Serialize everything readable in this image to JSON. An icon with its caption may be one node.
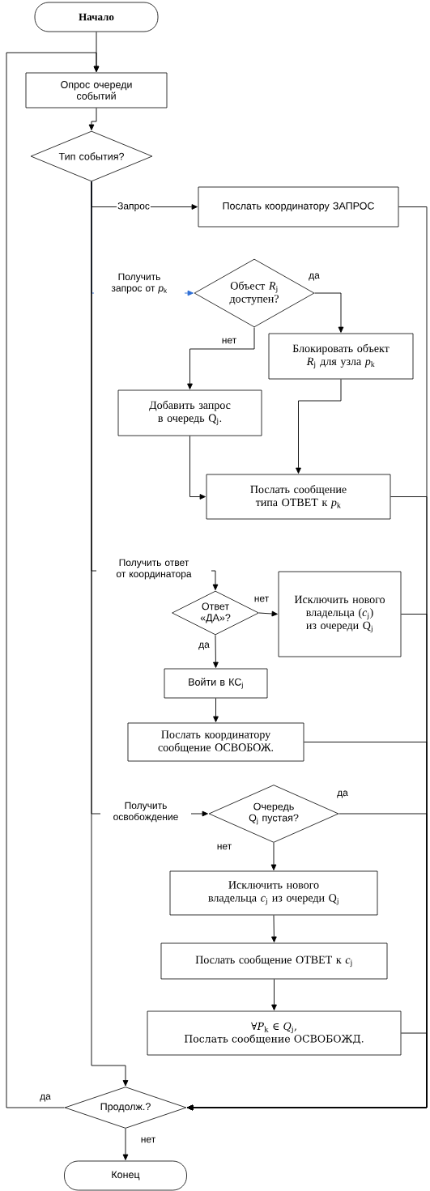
{
  "diagram": {
    "nodes": [
      {
        "text": [
          "Начало"
        ]
      },
      {
        "text": [
          "Опрос очереди событий"
        ]
      },
      {
        "text": [
          "Тип события?"
        ]
      },
      {
        "text": [
          "Послать координатору ЗАПРОС"
        ]
      },
      {
        "text": [
          "Объест *R*$_{j}$ доступен?"
        ]
      },
      {
        "text": [
          "Блокировать объект *R*$_{j}$ для узла *p*$_{k}$"
        ]
      },
      {
        "text": [
          "Добавить запрос в очередь Q$_{j}$."
        ]
      },
      {
        "text": [
          "Послать сообщение типа ОТВЕТ к *p*$_{k}$"
        ]
      },
      {
        "text": [
          "Исключить нового владельца (*c*$_{j}$) из очереди Q$_{j}$"
        ]
      },
      {
        "text": [
          "Ответ «ДА»?"
        ]
      },
      {
        "text": [
          "Войти в КС$_{j}$"
        ]
      },
      {
        "text": [
          "Послать координатору сообщение ОСВОБОЖ."
        ]
      },
      {
        "text": [
          "Очередь Q$_{j}$ пустая?"
        ]
      },
      {
        "text": [
          "Исключить нового владельца *c*$_{j}$ из очереди Q$_{j}$"
        ]
      },
      {
        "text": [
          "Послать сообщение ОТВЕТ к *c*$_{j}$"
        ]
      },
      {
        "text": [
          "∀*P*$_{k}$ ∈ *Q*$_{j}$,",
          "Послать сообщение ОСВОБОЖД."
        ]
      },
      {
        "text": [
          "Продолж.?"
        ]
      },
      {
        "text": [
          "Конец"
        ]
      }
    ],
    "edges": [
      {
        "from": 0,
        "to": 1,
        "arrow": "to"
      },
      {
        "from": 1,
        "to": 2,
        "arrow": "to"
      },
      {
        "from": 2,
        "to": 3,
        "arrow": "to",
        "label": "Запрос"
      },
      {
        "from": 2,
        "to": 4,
        "arrow": "to",
        "label": "Получить запрос от *p*$_{k}$",
        "color": "#2f6fd6"
      },
      {
        "from": 4,
        "to": 5,
        "arrow": "to",
        "label": "да"
      },
      {
        "from": 4,
        "to": 6,
        "arrow": "to",
        "label": "нет"
      },
      {
        "from": 5,
        "to": 7,
        "arrow": "to"
      },
      {
        "from": 6,
        "to": 7,
        "arrow": "to"
      },
      {
        "from": 2,
        "to": 9,
        "arrow": "to",
        "label": "Получить ответ от координатора"
      },
      {
        "from": 9,
        "to": 8,
        "arrow": "to",
        "label": "нет"
      },
      {
        "from": 9,
        "to": 10,
        "arrow": "to",
        "label": "да"
      },
      {
        "from": 10,
        "to": 11,
        "arrow": "to"
      },
      {
        "from": 2,
        "to": 12,
        "arrow": "to",
        "label": "Получить освобождение"
      },
      {
        "from": 12,
        "to": 13,
        "arrow": "to",
        "label": "нет"
      },
      {
        "from": 13,
        "to": 14,
        "arrow": "to"
      },
      {
        "from": 14,
        "to": 15,
        "arrow": "to"
      },
      {
        "from": 2,
        "to": 16,
        "arrow": "to"
      },
      {
        "from": 3,
        "to": 16,
        "arrow": "to"
      },
      {
        "from": 7,
        "to": 16,
        "arrow": "to"
      },
      {
        "from": 8,
        "to": 16,
        "arrow": "to"
      },
      {
        "from": 11,
        "to": 16,
        "arrow": "to"
      },
      {
        "from": 12,
        "to": 16,
        "arrow": "to",
        "label": "да"
      },
      {
        "from": 15,
        "to": 16,
        "arrow": "to"
      },
      {
        "from": 16,
        "to": 1,
        "arrow": "to",
        "label": "да"
      },
      {
        "from": 16,
        "to": 17,
        "arrow": "to",
        "label": "нет"
      }
    ]
  }
}
